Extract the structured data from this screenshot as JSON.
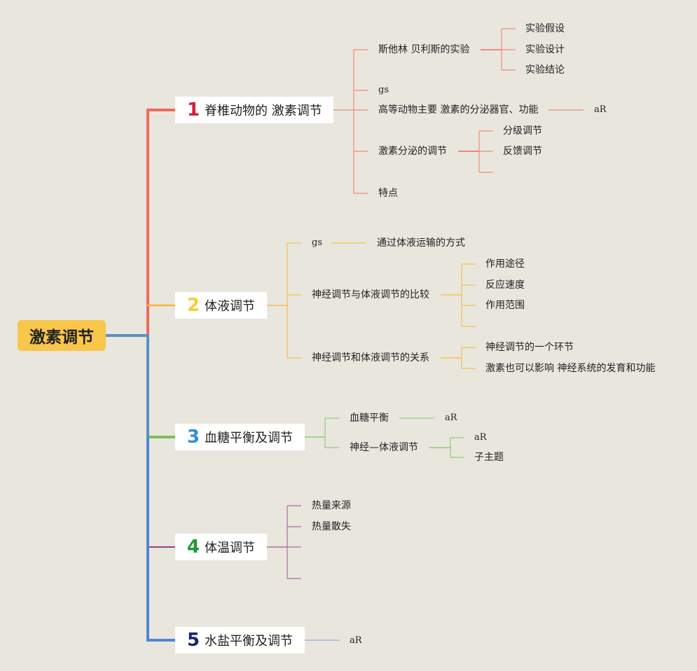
{
  "root": {
    "label": "激素调节"
  },
  "topics": [
    {
      "number": "1",
      "label": "脊椎动物的 激素调节",
      "color": "#ee6b5a",
      "number_color": "#d61f3c",
      "children": [
        {
          "label": "斯他林 贝利斯的实验",
          "children": [
            "实验假设",
            "实验设计",
            "实验结论"
          ]
        },
        {
          "label": "gs"
        },
        {
          "label": "高等动物主要 激素的分泌器官、功能",
          "children": [
            "aR"
          ]
        },
        {
          "label": "激素分泌的调节",
          "children": [
            "分级调节",
            "反馈调节",
            ""
          ]
        },
        {
          "label": "特点"
        }
      ]
    },
    {
      "number": "2",
      "label": "体液调节",
      "color": "#f8b431",
      "number_color": "#f2cf3b",
      "children": [
        {
          "label": "gs",
          "children": [
            "通过体液运输的方式"
          ]
        },
        {
          "label": "神经调节与体液调节的比较",
          "children": [
            "作用途径",
            "反应速度",
            "作用范围",
            ""
          ]
        },
        {
          "label": "神经调节和体液调节的关系",
          "children": [
            "神经调节的一个环节",
            "激素也可以影响 神经系统的发育和功能"
          ]
        }
      ]
    },
    {
      "number": "3",
      "label": "血糖平衡及调节",
      "color": "#7cc160",
      "number_color": "#2f8fd8",
      "children": [
        {
          "label": "血糖平衡",
          "children": [
            "aR"
          ]
        },
        {
          "label": "神经—体液调节",
          "children": [
            "aR",
            "子主题"
          ]
        }
      ]
    },
    {
      "number": "4",
      "label": "体温调节",
      "color": "#9a3f86",
      "number_color": "#1f9a36",
      "children": [
        {
          "label": "热量来源"
        },
        {
          "label": "热量散失"
        },
        {
          "label": ""
        },
        {
          "label": ""
        }
      ]
    },
    {
      "number": "5",
      "label": "水盐平衡及调节",
      "color": "#4f86d4",
      "number_color": "#1c2670",
      "children": [
        {
          "label": "aR"
        }
      ]
    }
  ]
}
